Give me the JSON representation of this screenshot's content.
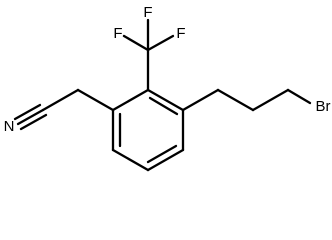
{
  "molecule": {
    "atoms": {
      "fluorine_1": "F",
      "fluorine_2": "F",
      "fluorine_3": "F",
      "nitrogen": "N",
      "bromine": "Br"
    }
  }
}
